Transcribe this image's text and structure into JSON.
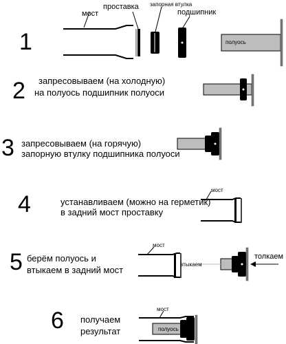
{
  "steps": [
    {
      "number": "1",
      "labels": {
        "bridge": "мост",
        "spacer": "проставка",
        "locking_sleeve": "запорная втулка",
        "bearing": "подшипник",
        "half_axle": "полуось"
      }
    },
    {
      "number": "2",
      "lines": [
        "запресовываем (на холодную)",
        "на  полуось подшипник полуоси"
      ]
    },
    {
      "number": "3",
      "lines": [
        "запресовываем (на горячую)",
        "запорную втулку подшипника полуоси"
      ]
    },
    {
      "number": "4",
      "lines": [
        "устанавливаем (можно на герметик)",
        "в задний мост проставку"
      ],
      "labels": {
        "bridge": "мост"
      }
    },
    {
      "number": "5",
      "lines": [
        "берём полуось и",
        "втыкаем в задний мост"
      ],
      "labels": {
        "bridge": "мост",
        "insert": "втыкаем",
        "push": "толкаем"
      }
    },
    {
      "number": "6",
      "lines": [
        "получаем",
        "результат"
      ],
      "labels": {
        "bridge": "мост",
        "half_axle": "полуось"
      }
    }
  ]
}
